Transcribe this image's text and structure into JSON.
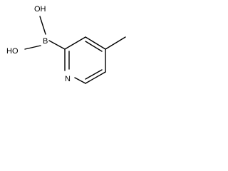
{
  "molecule": {
    "atoms": {
      "oh_top": "OH",
      "oh_bottom": "HO",
      "boron": "B",
      "nitrogen": "N"
    }
  },
  "colors": {
    "background": "#ffffff",
    "ink": "#000000"
  }
}
